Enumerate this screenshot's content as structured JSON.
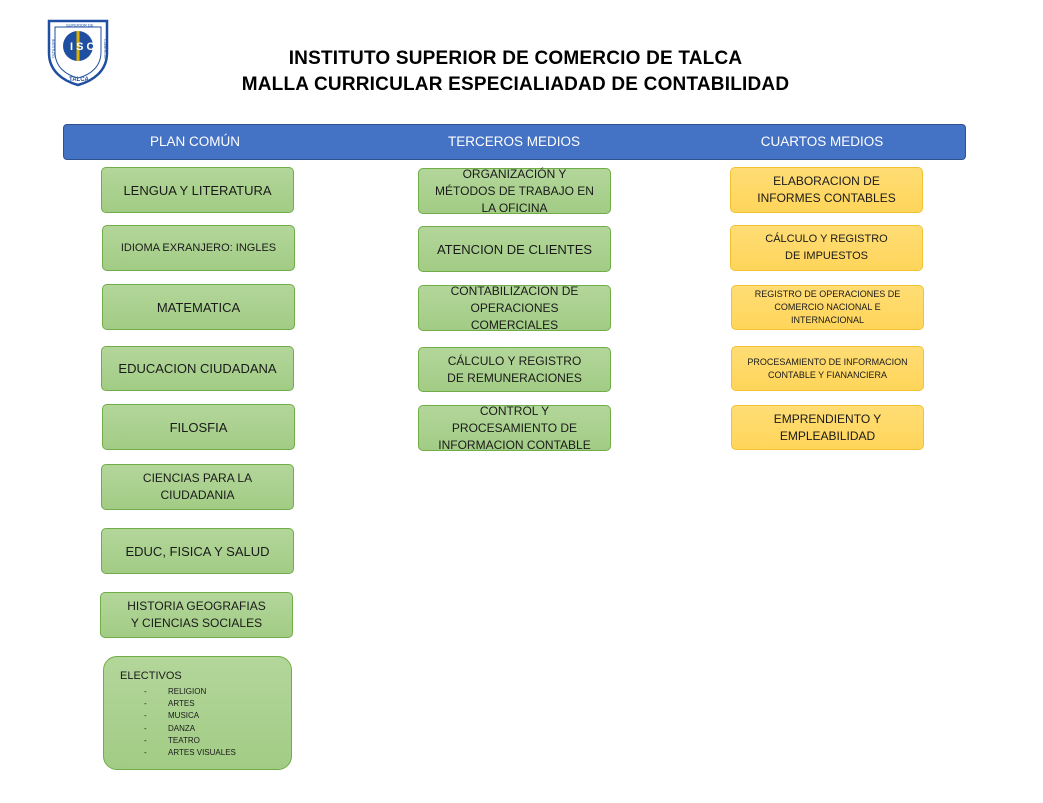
{
  "logo": {
    "top_text": "SUPERIOR DE",
    "left_text": "INSTITUTO",
    "right_text": "COMERCIO",
    "letters": "ISC",
    "bottom_text": "TALCA"
  },
  "title_line1": "INSTITUTO SUPERIOR DE COMERCIO DE TALCA",
  "title_line2": "MALLA CURRICULAR ESPECIALIADAD DE CONTABILIDAD",
  "columns": [
    "PLAN COMÚN",
    "TERCEROS MEDIOS",
    "CUARTOS MEDIOS"
  ],
  "plan_comun": [
    "LENGUA Y LITERATURA",
    "IDIOMA EXRANJERO: INGLES",
    "MATEMATICA",
    "EDUCACION CIUDADANA",
    "FILOSFIA",
    "CIENCIAS PARA LA CIUDADANIA",
    "EDUC, FISICA Y SALUD",
    "HISTORIA GEOGRAFIAS Y CIENCIAS SOCIALES"
  ],
  "electivos": {
    "title": "ELECTIVOS",
    "items": [
      "RELIGION",
      "ARTES",
      "MUSICA",
      "DANZA",
      "TEATRO",
      "ARTES VISUALES"
    ]
  },
  "terceros_medios": [
    "ORGANIZACIÓN Y MÉTODOS DE TRABAJO EN LA OFICINA",
    "ATENCION DE CLIENTES",
    "CONTABILIZACION DE OPERACIONES COMERCIALES",
    "CÁLCULO Y REGISTRO DE REMUNERACIONES",
    "CONTROL Y PROCESAMIENTO DE INFORMACION CONTABLE"
  ],
  "cuartos_medios": [
    "ELABORACION DE INFORMES CONTABLES",
    "CÁLCULO Y REGISTRO DE IMPUESTOS",
    "REGISTRO DE OPERACIONES DE COMERCIO NACIONAL E INTERNACIONAL",
    "PROCESAMIENTO DE INFORMACION CONTABLE Y FIANANCIERA",
    "EMPRENDIENTO Y EMPLEABILIDAD"
  ],
  "colors": {
    "header": "#4472c4",
    "green": "#a9d18e",
    "orange": "#ffd966",
    "logo_blue": "#1f4fa0"
  }
}
